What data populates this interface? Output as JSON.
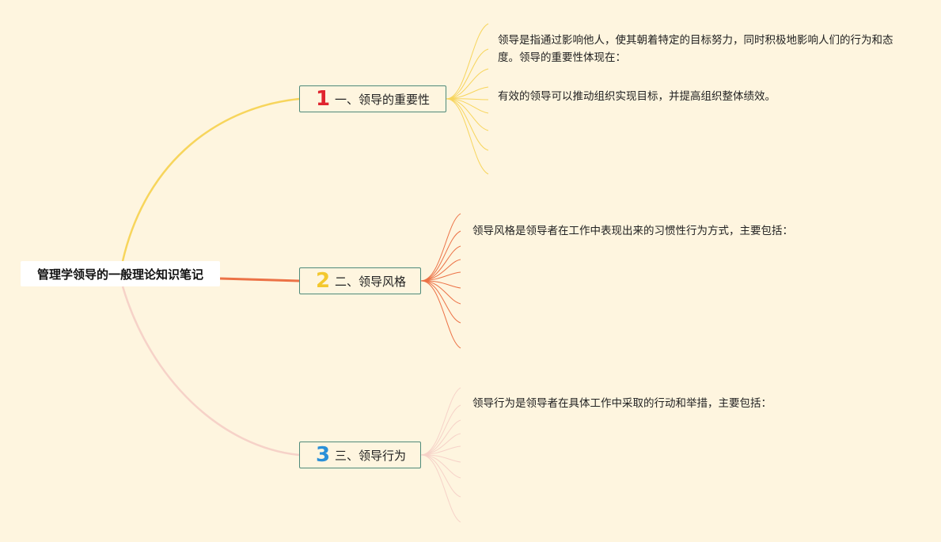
{
  "root": {
    "label": "管理学领导的一般理论知识笔记"
  },
  "branches": [
    {
      "number": "1",
      "label": "一、领导的重要性",
      "color": "#f7d55c",
      "badge_color": "#e0242e",
      "notes": [
        "领导是指通过影响他人，使其朝着特定的目标努力，同时积极地影响人们的行为和态度。领导的重要性体现在：",
        "有效的领导可以推动组织实现目标，并提高组织整体绩效。"
      ]
    },
    {
      "number": "2",
      "label": "二、领导风格",
      "color": "#ec7246",
      "badge_color": "#f3c82e",
      "notes": [
        "领导风格是领导者在工作中表现出来的习惯性行为方式，主要包括："
      ]
    },
    {
      "number": "3",
      "label": "三、领导行为",
      "color": "#f6d2c8",
      "badge_color": "#2a90d8",
      "notes": [
        "领导行为是领导者在具体工作中采取的行动和举措，主要包括："
      ]
    }
  ],
  "colors": {
    "background": "#fef5df",
    "branch_border": "#4e8a7a"
  }
}
